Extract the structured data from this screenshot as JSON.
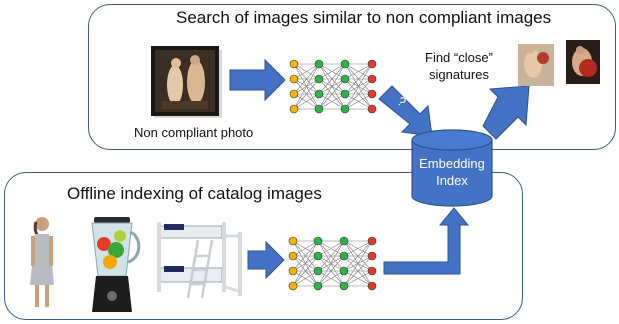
{
  "top_panel": {
    "title": "Search of images similar to non compliant images",
    "photo_caption": "Non compliant photo",
    "match_caption_line1": "Find “close”",
    "match_caption_line2": "signatures",
    "query_marker": "?"
  },
  "bottom_panel": {
    "title": "Offline indexing of catalog images"
  },
  "index": {
    "label_line1": "Embedding",
    "label_line2": "Index"
  },
  "colors": {
    "panel_border": "#3d5b8f",
    "arrow_fill": "#4472c4",
    "cylinder_fill": "#4472c4",
    "node_input": "#f4b400",
    "node_hidden": "#2db34a",
    "node_output": "#e23b2e"
  },
  "icons": {
    "photo": "painting-icon",
    "catalog": [
      "dress-icon",
      "blender-icon",
      "bunk-bed-icon"
    ],
    "results": [
      "painting-result-icon",
      "painting-result-icon"
    ]
  }
}
